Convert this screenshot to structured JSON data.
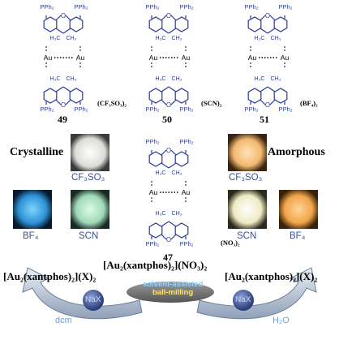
{
  "molecules": [
    {
      "id": "m49",
      "number": "49",
      "anion": "(CF₃SO₃)₂"
    },
    {
      "id": "m50",
      "number": "50",
      "anion": "(SCN)₂"
    },
    {
      "id": "m51",
      "number": "51",
      "anion": "(BF₄)₂"
    },
    {
      "id": "m47",
      "number": "47",
      "anion": "(NO₃)₂"
    }
  ],
  "atom_labels": {
    "me": "H₃C",
    "ch3": "CH₃",
    "o": "O",
    "p": "PPh₂",
    "au": "Au"
  },
  "phase_labels": {
    "left": "Crystalline",
    "right": "Amorphous"
  },
  "powders": [
    {
      "id": "cr-cf3so3",
      "label": "CF₃SO₃",
      "color": "#e8e8e4"
    },
    {
      "id": "cr-bf4",
      "label": "BF₄",
      "color": "#3fa8e0"
    },
    {
      "id": "cr-scn",
      "label": "SCN",
      "color": "#a8e0c4"
    },
    {
      "id": "am-cf3so3",
      "label": "CF₃SO₃",
      "color": "#f5c488"
    },
    {
      "id": "am-scn",
      "label": "SCN",
      "color": "#f3f0cc"
    },
    {
      "id": "am-bf4",
      "label": "BF₄",
      "color": "#f5b25a"
    }
  ],
  "scheme": {
    "center_formula": "[Au₂(xantphos)₂](NO₃)₂",
    "left_formula": "[Au₂(xantphos)₂](X)₂",
    "right_formula": "[Au₂(xantphos)₂](X)₂",
    "process_line1": "solvent-assisted",
    "process_line2": "ball-milling",
    "reagent_left": "NaX",
    "reagent_right": "NaX",
    "solvent_left": "dcm",
    "solvent_right": "H₂O"
  }
}
